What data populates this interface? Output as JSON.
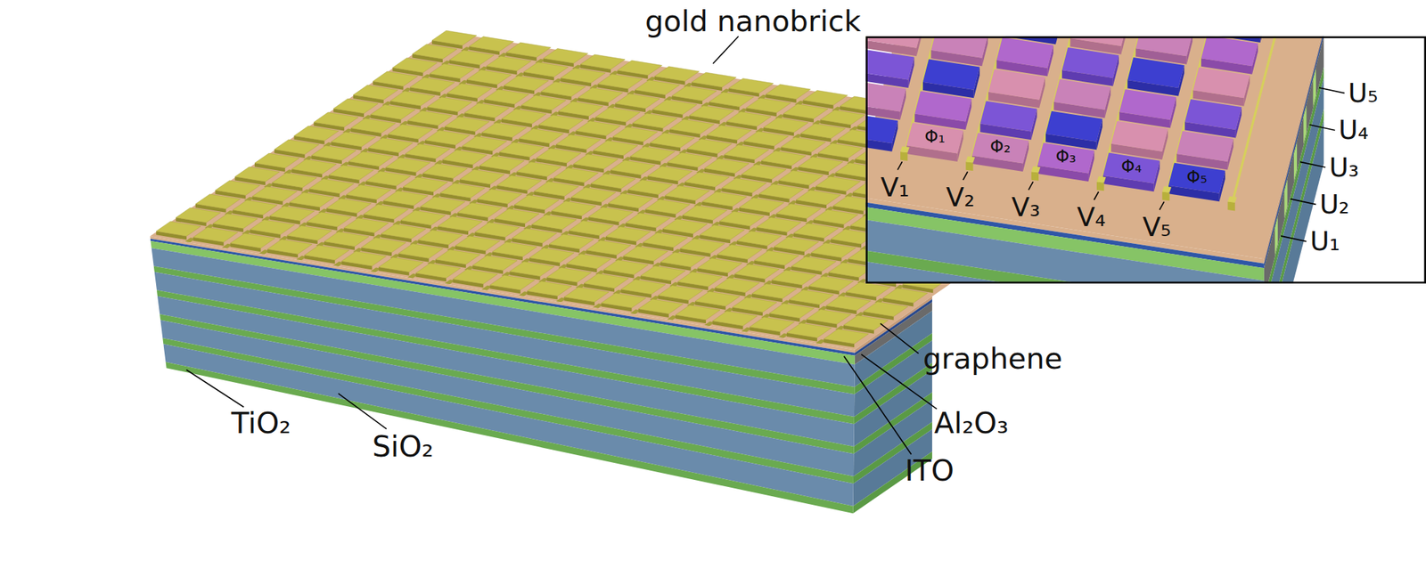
{
  "diagram": {
    "labels": [
      "gold nanobrick",
      "Φ₁",
      "Φ₂",
      "Φ₃",
      "Φ₄",
      "Φ₅",
      "U₅",
      "U₄",
      "U₃",
      "U₂",
      "U₁",
      "V₁",
      "V₂",
      "V₃",
      "V₄",
      "V₅",
      "graphene",
      "TiO₂",
      "SiO₂",
      "Al₂O₃",
      "ITO"
    ]
  }
}
